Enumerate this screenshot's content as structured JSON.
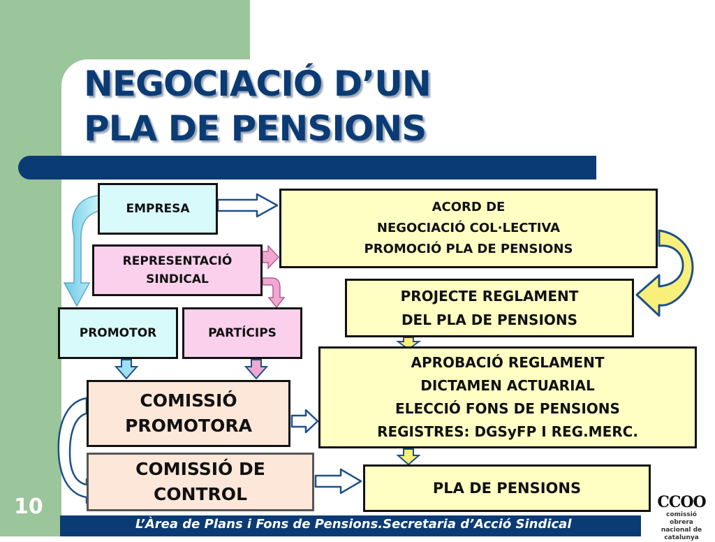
{
  "title": {
    "line1": "NEGOCIACIÓ D’UN",
    "line2": "PLA DE PENSIONS"
  },
  "boxes": {
    "empresa": "EMPRESA",
    "representacio": "REPRESENTACIÓ\nSINDICAL",
    "promotor": "PROMOTOR",
    "particips": "PARTÍCIPS",
    "comissio_promotora": "COMISSIÓ\nPROMOTORA",
    "comissio_control": "COMISSIÓ DE\nCONTROL",
    "acord": "ACORD DE\nNEGOCIACIÓ COL·LECTIVA\nPROMOCIÓ PLA DE PENSIONS",
    "projecte": "PROJECTE REGLAMENT\nDEL PLA DE PENSIONS",
    "aprobacio": "APROBACIÓ REGLAMENT\nDICTAMEN ACTUARIAL\nELECCIÓ FONS DE PENSIONS\nREGISTRES: DGSyFP I REG.MERC.",
    "pla": "PLA DE PENSIONS"
  },
  "footer": {
    "page_number": "10",
    "text": "L’Àrea de Plans i Fons de Pensions.Secretaria d’Acció Sindical"
  },
  "logo": {
    "mark": "CCOO",
    "line1": "comissió obrera",
    "line2": "nacional de catalunya"
  },
  "colors": {
    "title": "#0b3b75",
    "bar": "#0b3b75",
    "background_band": "#9bc59a",
    "cream": "#ffffc4",
    "cyan": "#d8fafa",
    "pink": "#fbd0ec",
    "peach": "#fde7d8",
    "arrow_blue_fill": "#9ee0f0",
    "arrow_pink_fill": "#f0a8d2",
    "arrow_yellow_fill": "#f8f07a"
  }
}
